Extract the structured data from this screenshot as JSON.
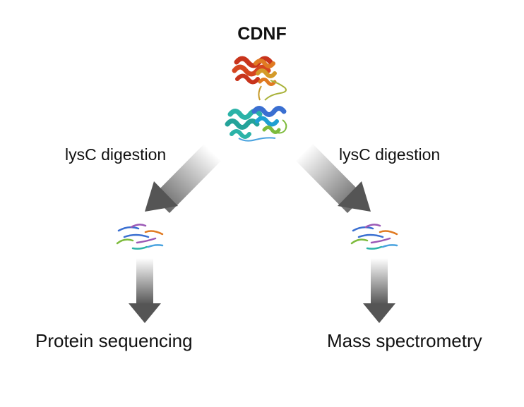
{
  "diagram": {
    "title": "CDNF",
    "left_branch": {
      "step_label": "lysC digestion",
      "outcome": "Protein sequencing"
    },
    "right_branch": {
      "step_label": "lysC digestion",
      "outcome": "Mass spectrometry"
    }
  },
  "icons": {
    "protein": "protein-ribbon-structure-icon",
    "peptides": "peptide-fragments-icon",
    "arrow": "gradient-arrow-icon"
  },
  "colors": {
    "arrow_dark": "#555555",
    "arrow_light": "#ffffff",
    "helix_top": [
      "#c8341c",
      "#e07a22",
      "#d49a2a"
    ],
    "helix_bottom": [
      "#2bb3a8",
      "#3a6fd1",
      "#7dbb3c",
      "#1e9fd2"
    ],
    "peptide_strokes": [
      "#9b59b6",
      "#e07a22",
      "#3a6fd1",
      "#7dbb3c",
      "#2bb3a8",
      "#4aa3df"
    ]
  }
}
